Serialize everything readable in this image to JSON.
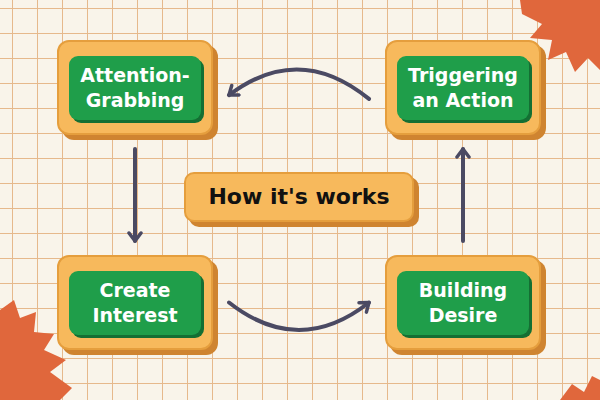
{
  "diagram": {
    "nodes": [
      {
        "text": [
          "Attention-Grabbing"
        ]
      },
      {
        "text": [
          "Triggering an Action"
        ]
      },
      {
        "text": [
          "How it's works"
        ]
      },
      {
        "text": [
          "Create Interest"
        ]
      },
      {
        "text": [
          "Building Desire"
        ]
      }
    ],
    "edges": [
      {
        "from": 0,
        "to": 3,
        "arrow": "to"
      },
      {
        "from": 3,
        "to": 4,
        "arrow": "to"
      },
      {
        "from": 4,
        "to": 1,
        "arrow": "to"
      },
      {
        "from": 1,
        "to": 0,
        "arrow": "to"
      }
    ]
  }
}
